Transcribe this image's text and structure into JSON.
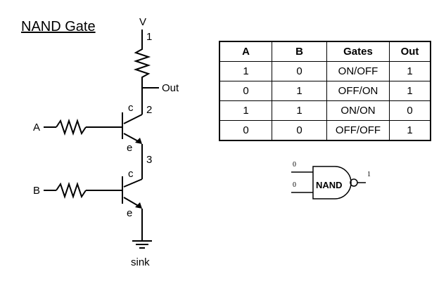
{
  "title": "NAND Gate",
  "circuit": {
    "supply_label": "V",
    "node_labels": [
      "1",
      "2",
      "3"
    ],
    "output_label": "Out",
    "input_a_label": "A",
    "input_b_label": "B",
    "collector_label": "c",
    "emitter_label": "e",
    "sink_label": "sink"
  },
  "truth_table": {
    "headers": [
      "A",
      "B",
      "Gates",
      "Out"
    ],
    "rows": [
      [
        "1",
        "0",
        "ON/OFF",
        "1"
      ],
      [
        "0",
        "1",
        "OFF/ON",
        "1"
      ],
      [
        "1",
        "1",
        "ON/ON",
        "0"
      ],
      [
        "0",
        "0",
        "OFF/OFF",
        "1"
      ]
    ]
  },
  "gate_symbol": {
    "label": "NAND",
    "input_values": [
      "0",
      "0"
    ],
    "output_value": "1"
  }
}
